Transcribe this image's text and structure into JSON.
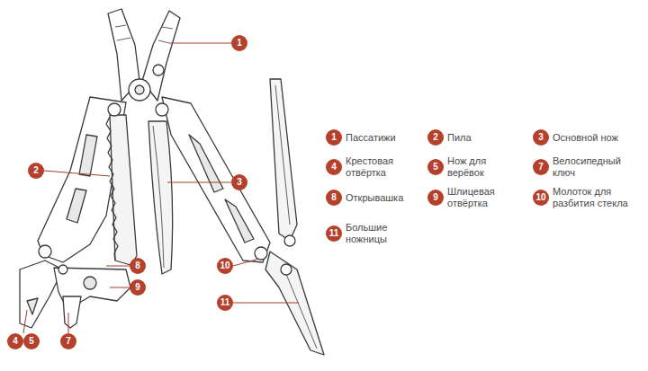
{
  "diagram": {
    "nodes": [
      {
        "text": [
          "1"
        ]
      },
      {
        "text": [
          "2"
        ]
      },
      {
        "text": [
          "3"
        ]
      },
      {
        "text": [
          "8"
        ]
      },
      {
        "text": [
          "9"
        ]
      },
      {
        "text": [
          "10"
        ]
      },
      {
        "text": [
          "11"
        ]
      },
      {
        "text": [
          "4"
        ]
      },
      {
        "text": [
          "5"
        ]
      },
      {
        "text": [
          "7"
        ]
      },
      {
        "text": [
          "1"
        ]
      },
      {
        "text": [
          "2"
        ]
      },
      {
        "text": [
          "3"
        ]
      },
      {
        "text": [
          "4"
        ]
      },
      {
        "text": [
          "5"
        ]
      },
      {
        "text": [
          "7"
        ]
      },
      {
        "text": [
          "8"
        ]
      },
      {
        "text": [
          "9"
        ]
      },
      {
        "text": [
          "10"
        ]
      },
      {
        "text": [
          "11"
        ]
      }
    ],
    "labels": [
      "Пассатижи",
      "Пила",
      "Основной нож",
      "Крестовая отвёртка",
      "Нож для верёвок",
      "Велосипедный ключ",
      "Открывашка",
      "Шлицевая отвёртка",
      "Молоток для разбития стекла",
      "Большие ножницы"
    ]
  }
}
